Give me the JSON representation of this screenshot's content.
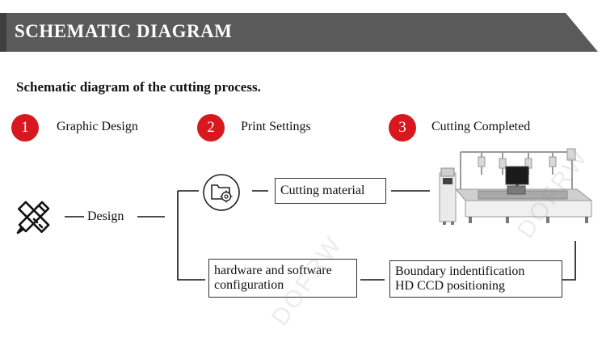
{
  "header": {
    "title": "SCHEMATIC DIAGRAM"
  },
  "subtitle": "Schematic diagram of the cutting process.",
  "steps": [
    {
      "number": "1",
      "label": "Graphic Design"
    },
    {
      "number": "2",
      "label": "Print Settings"
    },
    {
      "number": "3",
      "label": "Cutting Completed"
    }
  ],
  "flow": {
    "design_label": "Design",
    "cutting_material": "Cutting material",
    "hardware_line1": "hardware and software",
    "hardware_line2": "configuration",
    "boundary_line1": "Boundary indentification",
    "boundary_line2": "HD CCD positioning"
  },
  "watermark": "DOFRW",
  "colors": {
    "banner": "#5a5a5a",
    "step_circle": "#d7191f",
    "line": "#111111"
  },
  "icons": {
    "design": "pencil-ruler-icon",
    "print": "folder-gear-icon",
    "machine": "cutting-machine-icon"
  }
}
